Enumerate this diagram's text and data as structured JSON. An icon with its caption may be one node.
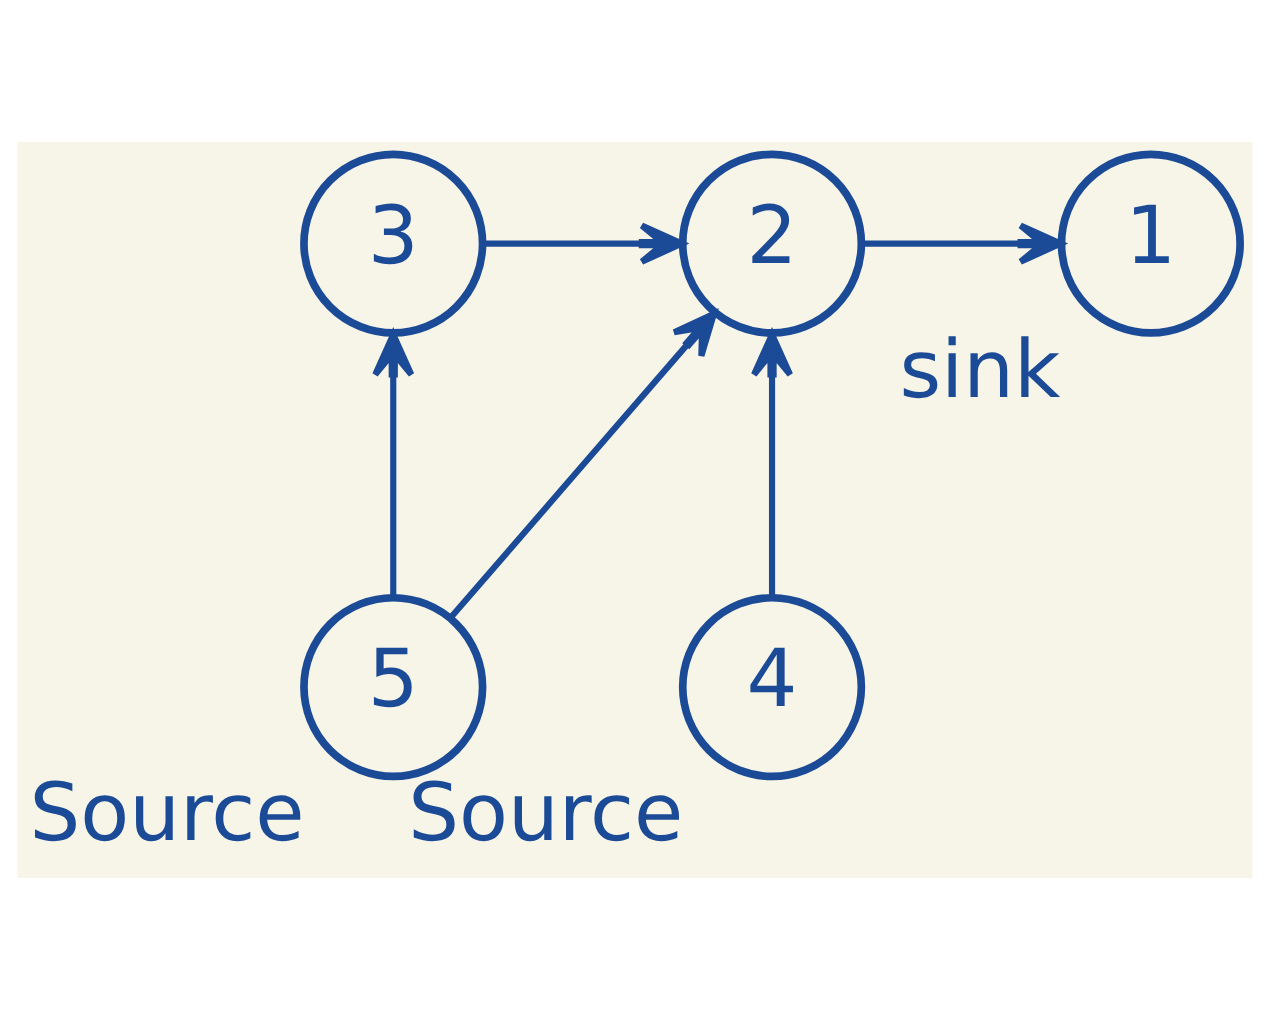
{
  "diagram": {
    "nodes": [
      {
        "text": [
          "1"
        ],
        "beside": [
          "sink"
        ]
      },
      {
        "text": [
          "2"
        ]
      },
      {
        "text": [
          "3"
        ]
      },
      {
        "text": [
          "4"
        ],
        "beside": [
          "Source"
        ]
      },
      {
        "text": [
          "5"
        ],
        "beside": [
          "Source"
        ]
      }
    ],
    "edges": [
      {
        "from": 1,
        "to": 0,
        "arrow": "to"
      },
      {
        "from": 2,
        "to": 1,
        "arrow": "to"
      },
      {
        "from": 3,
        "to": 1,
        "arrow": "to"
      },
      {
        "from": 4,
        "to": 1,
        "arrow": "to"
      },
      {
        "from": 4,
        "to": 2,
        "arrow": "to"
      }
    ]
  }
}
